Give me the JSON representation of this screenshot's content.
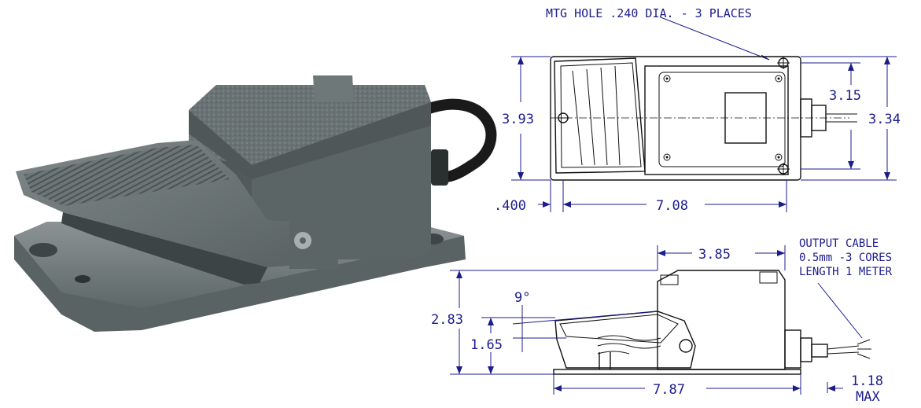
{
  "labels": {
    "mounting_note": "MTG HOLE .240 DIA. - 3 PLACES",
    "top_width": "3.93",
    "top_mount_spacing": "3.15",
    "top_overall_height": "3.34",
    "heel_offset": ".400",
    "top_length": "7.08",
    "housing_length": "3.85",
    "cable_line_1": "OUTPUT CABLE",
    "cable_line_2": "0.5mm -3 CORES",
    "cable_line_3": "LENGTH 1 METER",
    "tilt_angle": "9°",
    "side_height": "2.83",
    "pedal_height": "1.65",
    "side_length": "7.87",
    "cable_extension": "1.18",
    "cable_extension_note": "MAX"
  },
  "colors": {
    "dimension_ink": "#1c1c8c",
    "drawing_ink": "#111111",
    "product_body": "#5e6768",
    "product_highlight": "#8b9394",
    "product_shadow": "#353b3c",
    "cable": "#1a1a1a"
  },
  "icons": {
    "photo": "foot-pedal-switch",
    "screw": "screw-head"
  }
}
